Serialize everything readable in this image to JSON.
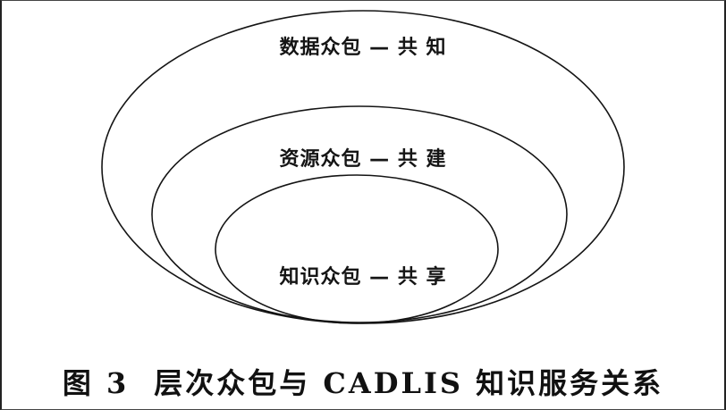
{
  "diagram": {
    "layers": [
      {
        "id": "outer",
        "label": "数据众包 — 共 知"
      },
      {
        "id": "middle",
        "label": "资源众包 — 共 建"
      },
      {
        "id": "inner",
        "label": "知识众包 — 共 享"
      }
    ]
  },
  "caption": {
    "figure_number": "图 3",
    "title": "层次众包与 CADLIS 知识服务关系"
  }
}
